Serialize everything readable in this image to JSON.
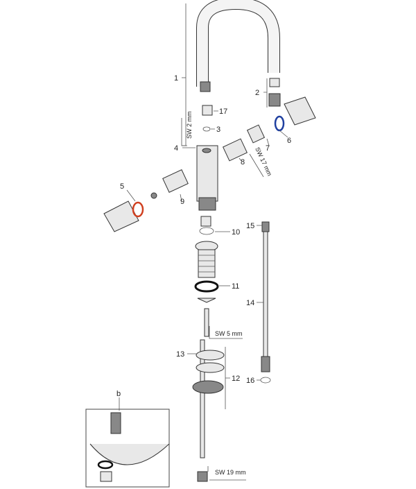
{
  "diagram": {
    "callouts": {
      "c1": "1",
      "c2": "2",
      "c3": "3",
      "c4": "4",
      "c5": "5",
      "c6": "6",
      "c7": "7",
      "c8": "8",
      "c9": "9",
      "c10": "10",
      "c11": "11",
      "c12": "12",
      "c13": "13",
      "c14": "14",
      "c15": "15",
      "c16": "16",
      "c17": "17",
      "cb": "b"
    },
    "tools": {
      "sw2": "SW 2 mm",
      "sw17": "SW 17 mm",
      "sw5": "SW 5 mm",
      "sw19": "SW 19 mm"
    },
    "colors": {
      "red_oring": "#d04020",
      "blue_oring": "#2040a0"
    }
  }
}
